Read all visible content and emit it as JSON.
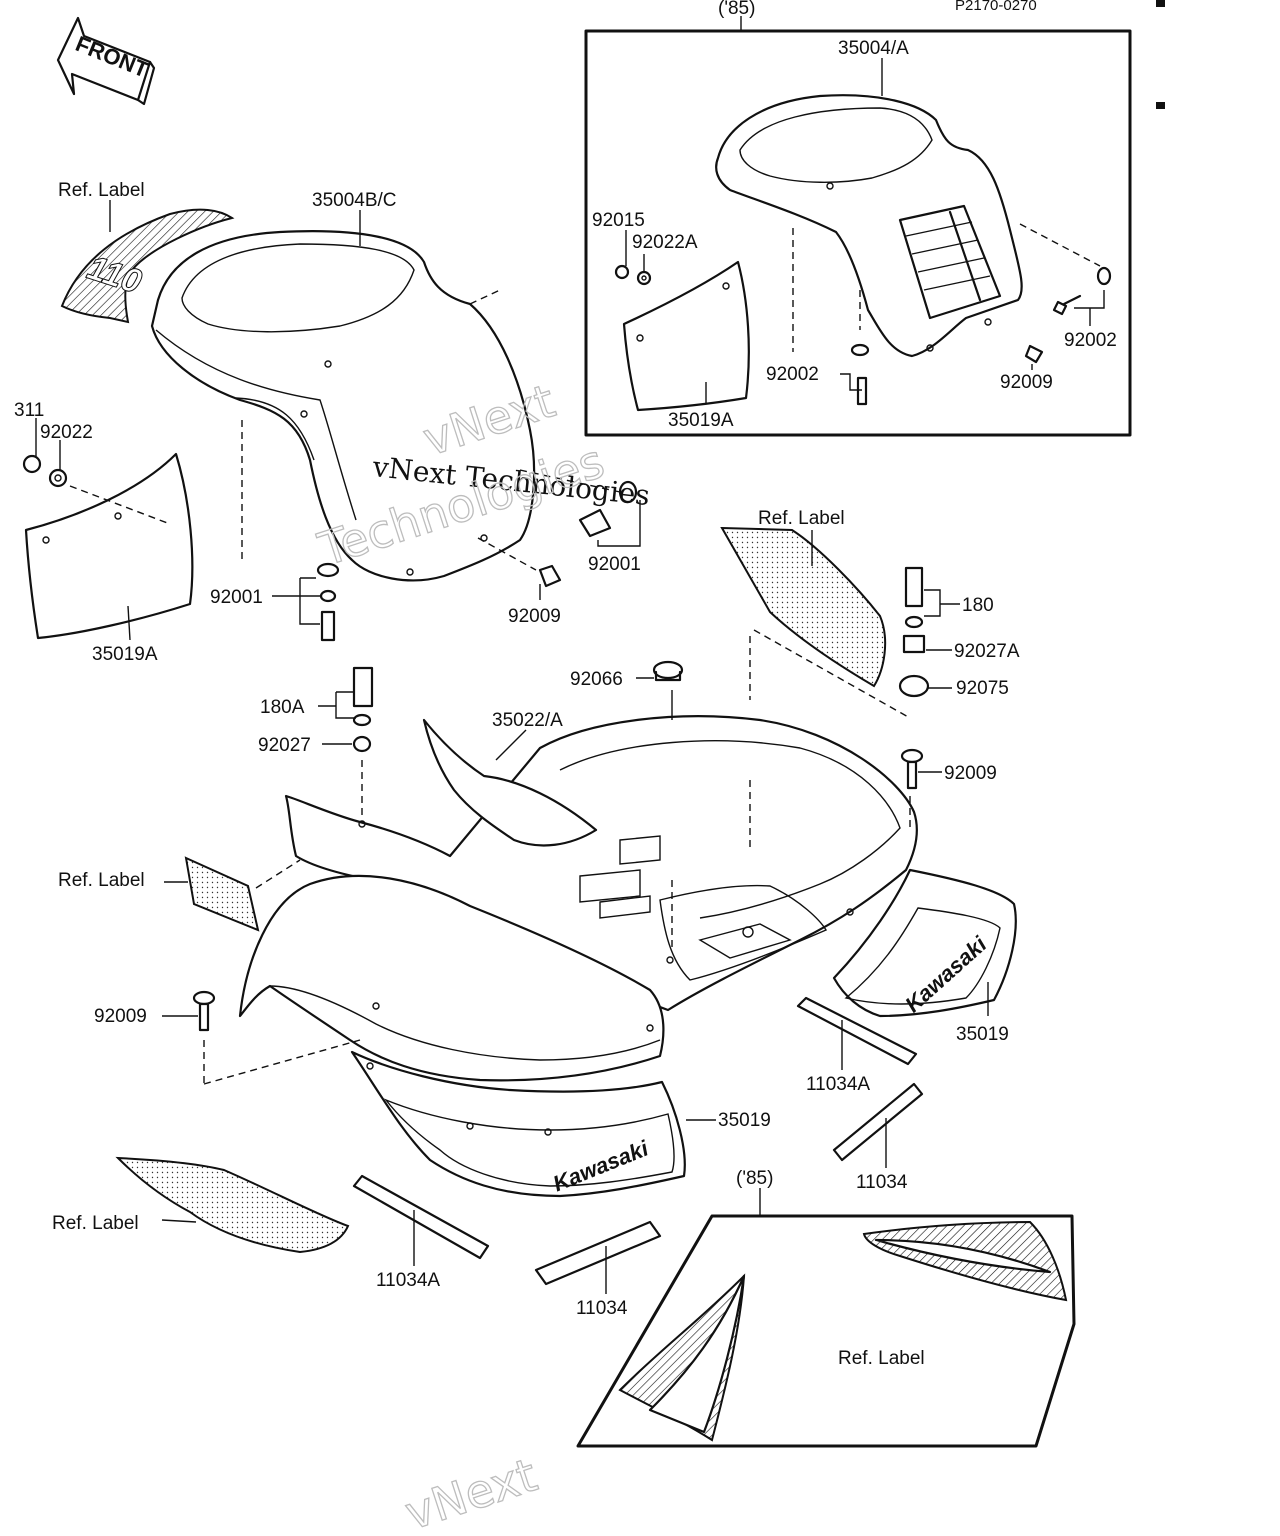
{
  "header": {
    "year_top": "('85)",
    "doc_code": "P2170-0270",
    "front_arrow": "FRONT"
  },
  "inset_top": {
    "parts": [
      "35004/A",
      "92015",
      "92022A",
      "92002",
      "92002",
      "92009",
      "35019A"
    ]
  },
  "main": {
    "labels": {
      "ref_label_1": "Ref. Label",
      "p_35004bc": "35004B/C",
      "p_311": "311",
      "p_92022": "92022",
      "p_35019a": "35019A",
      "p_92001_left": "92001",
      "p_92009_mid": "92009",
      "p_92001_right": "92001",
      "ref_label_2": "Ref. Label",
      "p_180": "180",
      "p_92027a": "92027A",
      "p_92075": "92075",
      "p_92066": "92066",
      "p_180a": "180A",
      "p_35022a": "35022/A",
      "p_92027": "92027",
      "p_92009_right": "92009",
      "ref_label_3": "Ref. Label",
      "p_92009_left": "92009",
      "p_35019_right": "35019",
      "p_11034a_right": "11034A",
      "p_35019_mid": "35019",
      "p_11034_right": "11034",
      "ref_label_4": "Ref. Label",
      "p_11034a_bottom": "11034A",
      "p_11034_bottom": "11034"
    },
    "brand_text": "Kawasaki",
    "rear_decal_number": "110"
  },
  "inset_bottom": {
    "year": "('85)",
    "label": "Ref. Label"
  },
  "watermark": {
    "company": "vNext Technologies",
    "outline_line1": "vNext",
    "outline_line2": "Technologies",
    "bottom": "vNext"
  }
}
